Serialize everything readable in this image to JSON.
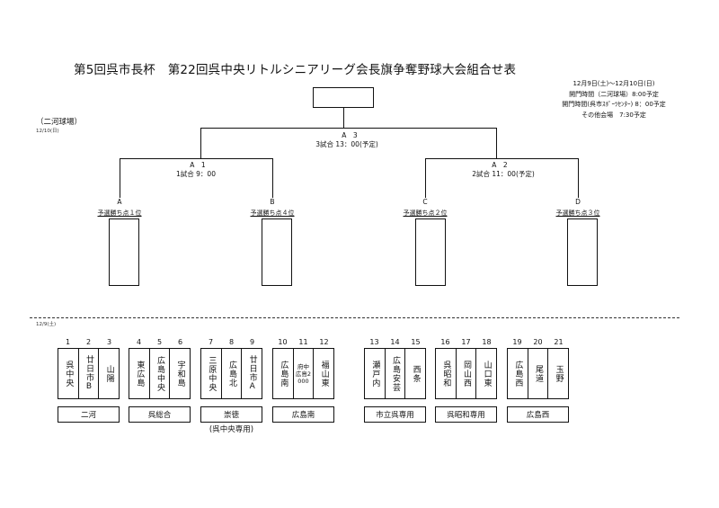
{
  "title": "第5回呉市長杯　第22回呉中央リトルシニアリーグ会長旗争奪野球大会組合せ表",
  "info": {
    "dates": "12月9日(土)～12月10日(日)",
    "gate_nikawa": "開門時間（二河球場）8:00予定",
    "gate_sports": "開門時間(呉市ｽﾎﾟｰﾂｾﾝﾀｰ) 8：00予定",
    "other_venues": "その他会場　7:30予定"
  },
  "finals_section": {
    "venue": "（二河球場）",
    "date": "12/10(日)",
    "final": {
      "game": "A　3",
      "time": "3試合 13：00(予定)"
    },
    "semi1": {
      "game": "A　1",
      "time": "1試合 9：00"
    },
    "semi2": {
      "game": "A　2",
      "time": "2試合 11：00(予定)"
    },
    "slots": [
      {
        "letter": "A",
        "seed": "予選勝ち点１位"
      },
      {
        "letter": "B",
        "seed": "予選勝ち点４位"
      },
      {
        "letter": "C",
        "seed": "予選勝ち点２位"
      },
      {
        "letter": "D",
        "seed": "予選勝ち点３位"
      }
    ]
  },
  "prelim_section": {
    "date": "12/9(土)",
    "groups": [
      {
        "numbers": [
          "1",
          "2",
          "3"
        ],
        "teams": [
          "呉中央",
          "廿日市B",
          "山陽"
        ],
        "venue": "二河",
        "note": ""
      },
      {
        "numbers": [
          "4",
          "5",
          "6"
        ],
        "teams": [
          "東広島",
          "広島中央",
          "宇和島"
        ],
        "venue": "呉総合",
        "note": ""
      },
      {
        "numbers": [
          "7",
          "8",
          "9"
        ],
        "teams": [
          "三原中央",
          "広島北",
          "廿日市A"
        ],
        "venue": "崇徳",
        "note": "(呉中央専用)"
      },
      {
        "numbers": [
          "10",
          "11",
          "12"
        ],
        "teams": [
          "広島南",
          "府中広島2000",
          "福山東"
        ],
        "venue": "広島南",
        "note": ""
      },
      {
        "numbers": [
          "13",
          "14",
          "15"
        ],
        "teams": [
          "瀬戸内",
          "広島安芸",
          "西条"
        ],
        "venue": "市立呉専用",
        "note": ""
      },
      {
        "numbers": [
          "16",
          "17",
          "18"
        ],
        "teams": [
          "呉昭和",
          "岡山西",
          "山口東"
        ],
        "venue": "呉昭和専用",
        "note": ""
      },
      {
        "numbers": [
          "19",
          "20",
          "21"
        ],
        "teams": [
          "広島西",
          "尾道",
          "玉野"
        ],
        "venue": "広島西",
        "note": ""
      }
    ]
  }
}
